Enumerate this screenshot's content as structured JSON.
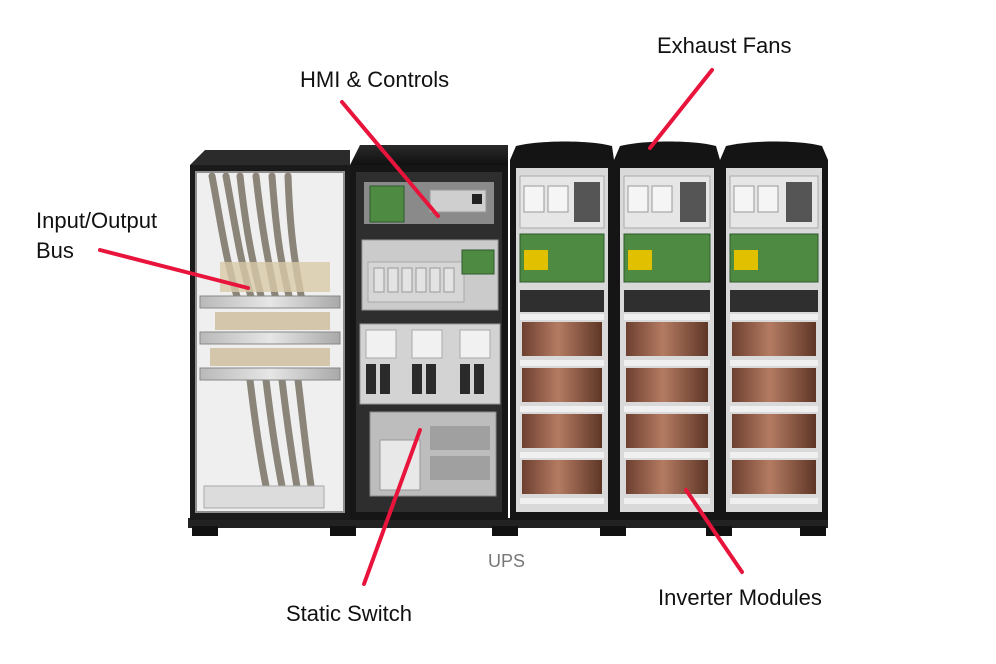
{
  "labels": {
    "io_bus": "Input/Output\nBus",
    "hmi": "HMI & Controls",
    "exhaust_fans": "Exhaust Fans",
    "static_switch": "Static Switch",
    "inverter_modules": "Inverter Modules"
  },
  "caption": "UPS",
  "colors": {
    "leader": "#e8143c",
    "frame": "#1b1b1b",
    "panel": "#c9c9c9",
    "copper": "#8a5a44",
    "pcb": "#3f7a3a"
  }
}
